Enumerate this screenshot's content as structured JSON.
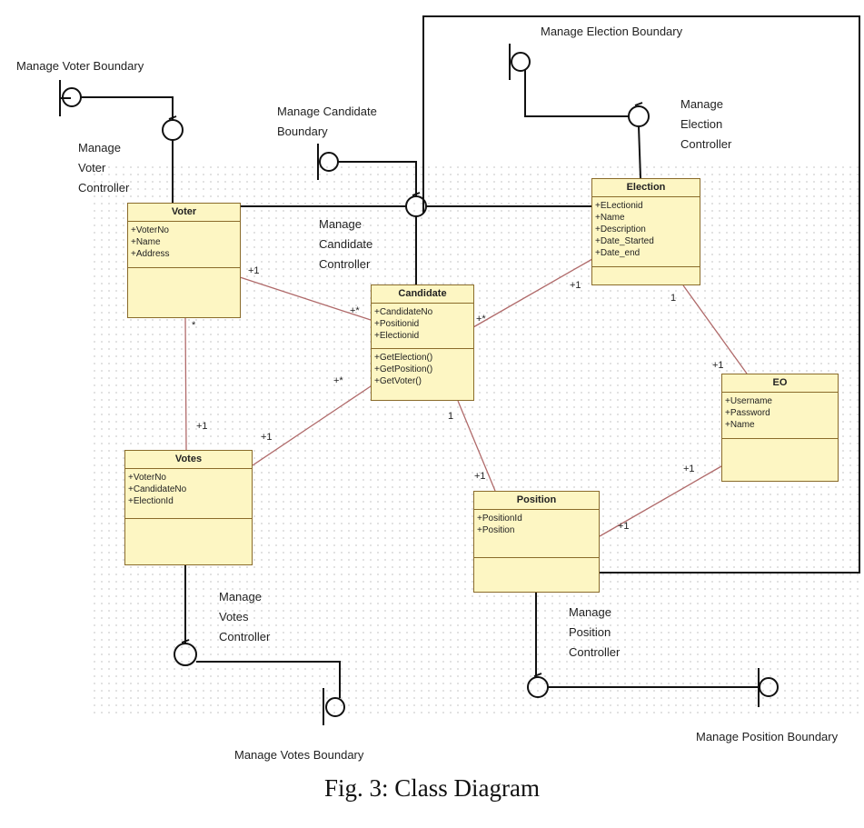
{
  "labels": {
    "manage_voter_boundary": "Manage Voter Boundary",
    "manage_voter_controller": "Manage\nVoter\nController",
    "manage_candidate_boundary": "Manage Candidate\nBoundary",
    "manage_candidate_controller": "Manage\nCandidate\nController",
    "manage_election_boundary": "Manage Election Boundary",
    "manage_election_controller": "Manage\nElection\nController",
    "manage_votes_controller": "Manage\nVotes\nController",
    "manage_votes_boundary": "Manage Votes Boundary",
    "manage_position_controller": "Manage\nPosition\nController",
    "manage_position_boundary": "Manage Position Boundary"
  },
  "classes": {
    "voter": {
      "name": "Voter",
      "attributes": [
        "+VoterNo",
        "+Name",
        "+Address"
      ],
      "operations": []
    },
    "candidate": {
      "name": "Candidate",
      "attributes": [
        "+CandidateNo",
        "+Positionid",
        "+Electionid"
      ],
      "operations": [
        "+GetElection()",
        "+GetPosition()",
        "+GetVoter()"
      ]
    },
    "election": {
      "name": "Election",
      "attributes": [
        "+ELectionid",
        "+Name",
        "+Description",
        "+Date_Started",
        "+Date_end"
      ],
      "operations": []
    },
    "eo": {
      "name": "EO",
      "attributes": [
        "+Username",
        "+Password",
        "+Name"
      ],
      "operations": []
    },
    "votes": {
      "name": "Votes",
      "attributes": [
        "+VoterNo",
        "+CandidateNo",
        "+ElectionId"
      ],
      "operations": []
    },
    "position": {
      "name": "Position",
      "attributes": [
        "+PositionId",
        "+Position"
      ],
      "operations": []
    }
  },
  "multiplicities": {
    "voter_candidate_voter_end": "+1",
    "voter_candidate_candidate_end": "+*",
    "voter_votes_voter_end": "*",
    "voter_votes_votes_end": "+1",
    "votes_candidate_votes_end": "+1",
    "votes_candidate_candidate_end": "+*",
    "candidate_election_candidate_end": "+*",
    "candidate_election_election_end": "+1",
    "candidate_position_candidate_end": "1",
    "candidate_position_position_end": "+1",
    "election_eo_election_end": "1",
    "election_eo_eo_end": "+1",
    "eo_position_eo_end": "+1",
    "eo_position_position_end": "+1"
  },
  "caption": "Fig. 3: Class Diagram"
}
